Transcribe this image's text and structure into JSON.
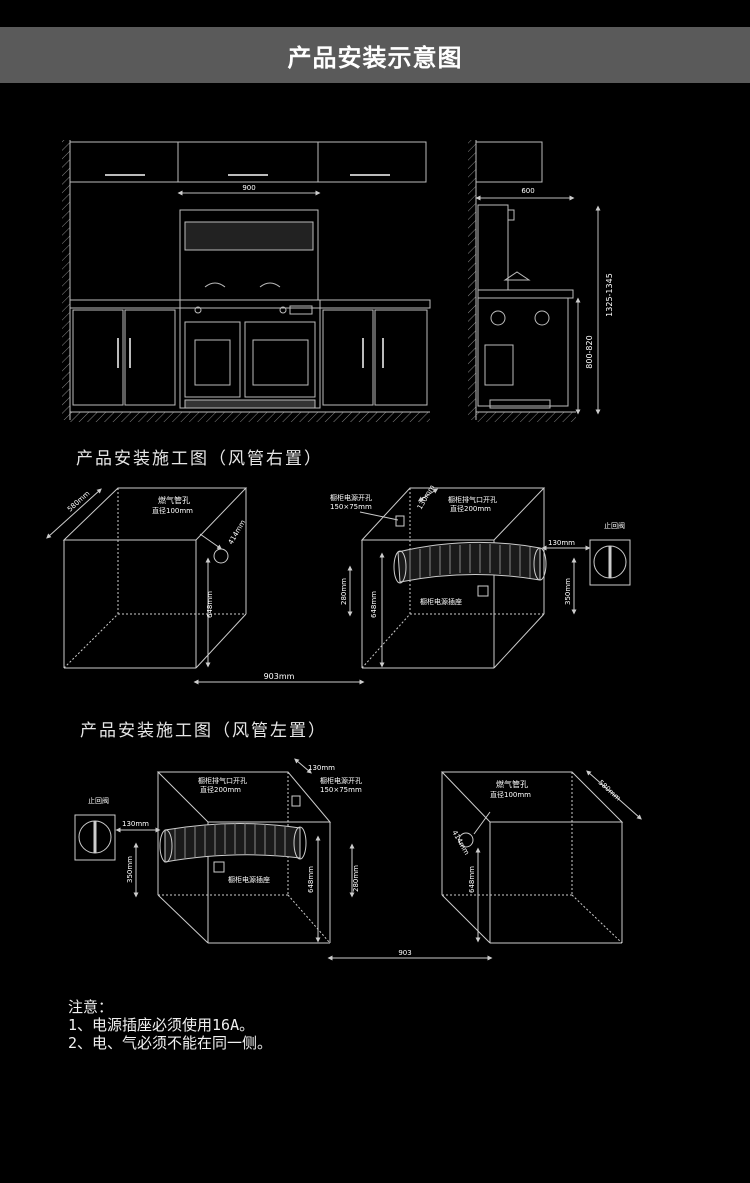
{
  "header": {
    "title": "产品安装示意图"
  },
  "elevation": {
    "width_900": "900",
    "side_depth_600": "600",
    "height_range_1": "1325-1345",
    "height_range_2": "800-820"
  },
  "right_duct": {
    "caption": "产品安装施工图（风管右置）",
    "gas_hole_label": "燃气管孔",
    "gas_hole_diameter": "直径100mm",
    "depth_580": "580mm",
    "offset_414": "414mm",
    "height_648_a": "648mm",
    "height_648_b": "648mm",
    "height_280": "280mm",
    "height_350": "350mm",
    "width_903": "903mm",
    "power_hole_label": "橱柜电源开孔",
    "power_hole_size": "150×75mm",
    "exhaust_hole_label": "橱柜排气口开孔",
    "exhaust_hole_diameter": "直径200mm",
    "offset_130_vertical": "130mm",
    "offset_130": "130mm",
    "socket_label": "橱柜电源插座",
    "check_valve_label": "止回阀"
  },
  "left_duct": {
    "caption": "产品安装施工图（风管左置）",
    "check_valve_label": "止回阀",
    "offset_130_h": "130mm",
    "offset_130_top": "130mm",
    "exhaust_hole_label": "橱柜排气口开孔",
    "exhaust_hole_diameter": "直径200mm",
    "power_hole_label": "橱柜电源开孔",
    "power_hole_size": "150×75mm",
    "socket_label": "橱柜电源插座",
    "height_350": "350mm",
    "height_648_a": "648mm",
    "height_280": "280mm",
    "height_648_b": "648mm",
    "width_903": "903",
    "gas_hole_label": "燃气管孔",
    "gas_hole_diameter": "直径100mm",
    "offset_414": "414mm",
    "depth_580": "580mm"
  },
  "notes": {
    "title": "注意：",
    "item1": "1、电源插座必须使用16A。",
    "item2": "2、电、气必须不能在同一侧。"
  }
}
